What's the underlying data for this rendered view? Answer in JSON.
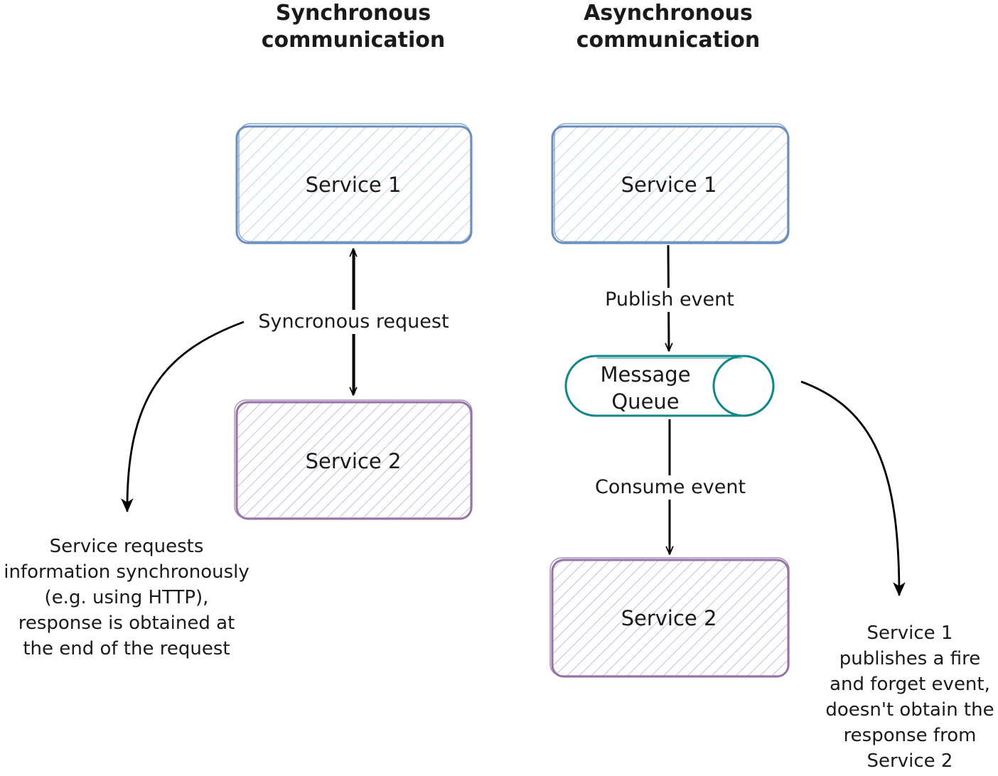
{
  "colors": {
    "service1_stroke": "#6c8ebf",
    "service1_fill": "#dae8fc",
    "service2_stroke": "#9673a6",
    "service2_fill": "#e1d5e7",
    "queue_stroke": "#12878a",
    "arrow": "#000000"
  },
  "sync": {
    "title": "Synchronous\ncommunication",
    "service1": "Service 1",
    "service2": "Service 2",
    "request_label": "Syncronous request",
    "note": "Service requests\ninformation synchronously\n(e.g. using HTTP),\nresponse is obtained at\nthe end of the request"
  },
  "async": {
    "title": "Asynchronous\ncommunication",
    "service1": "Service 1",
    "service2": "Service 2",
    "queue": "Message\nQueue",
    "publish_label": "Publish event",
    "consume_label": "Consume event",
    "note": "Service 1\npublishes a fire\nand forget event,\ndoesn't obtain the\nresponse from\nService 2"
  }
}
